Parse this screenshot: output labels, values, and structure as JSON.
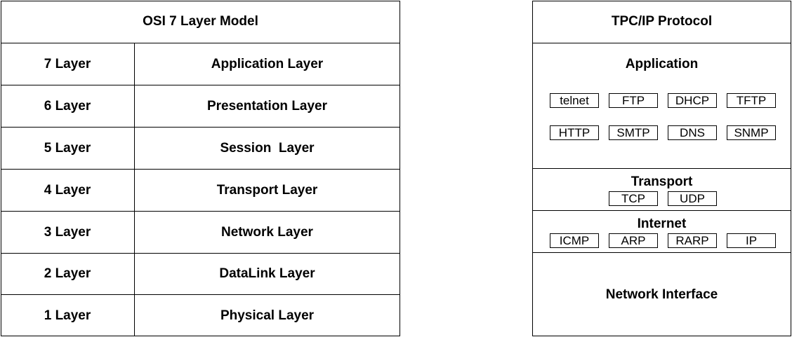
{
  "osi": {
    "title": "OSI 7 Layer Model",
    "rows": [
      {
        "num": "7 Layer",
        "name": "Application Layer"
      },
      {
        "num": "6 Layer",
        "name": "Presentation Layer"
      },
      {
        "num": "5 Layer",
        "name": "Session  Layer"
      },
      {
        "num": "4 Layer",
        "name": "Transport Layer"
      },
      {
        "num": "3 Layer",
        "name": "Network Layer"
      },
      {
        "num": "2 Layer",
        "name": "DataLink Layer"
      },
      {
        "num": "1 Layer",
        "name": "Physical Layer"
      }
    ]
  },
  "tcpip": {
    "title": "TPC/IP Protocol",
    "application": {
      "label": "Application",
      "protocols_row1": [
        "telnet",
        "FTP",
        "DHCP",
        "TFTP"
      ],
      "protocols_row2": [
        "HTTP",
        "SMTP",
        "DNS",
        "SNMP"
      ]
    },
    "transport": {
      "label": "Transport",
      "protocols": [
        "TCP",
        "UDP"
      ]
    },
    "internet": {
      "label": "Internet",
      "protocols": [
        "ICMP",
        "ARP",
        "RARP",
        "IP"
      ]
    },
    "network_interface": {
      "label": "Network Interface"
    }
  }
}
